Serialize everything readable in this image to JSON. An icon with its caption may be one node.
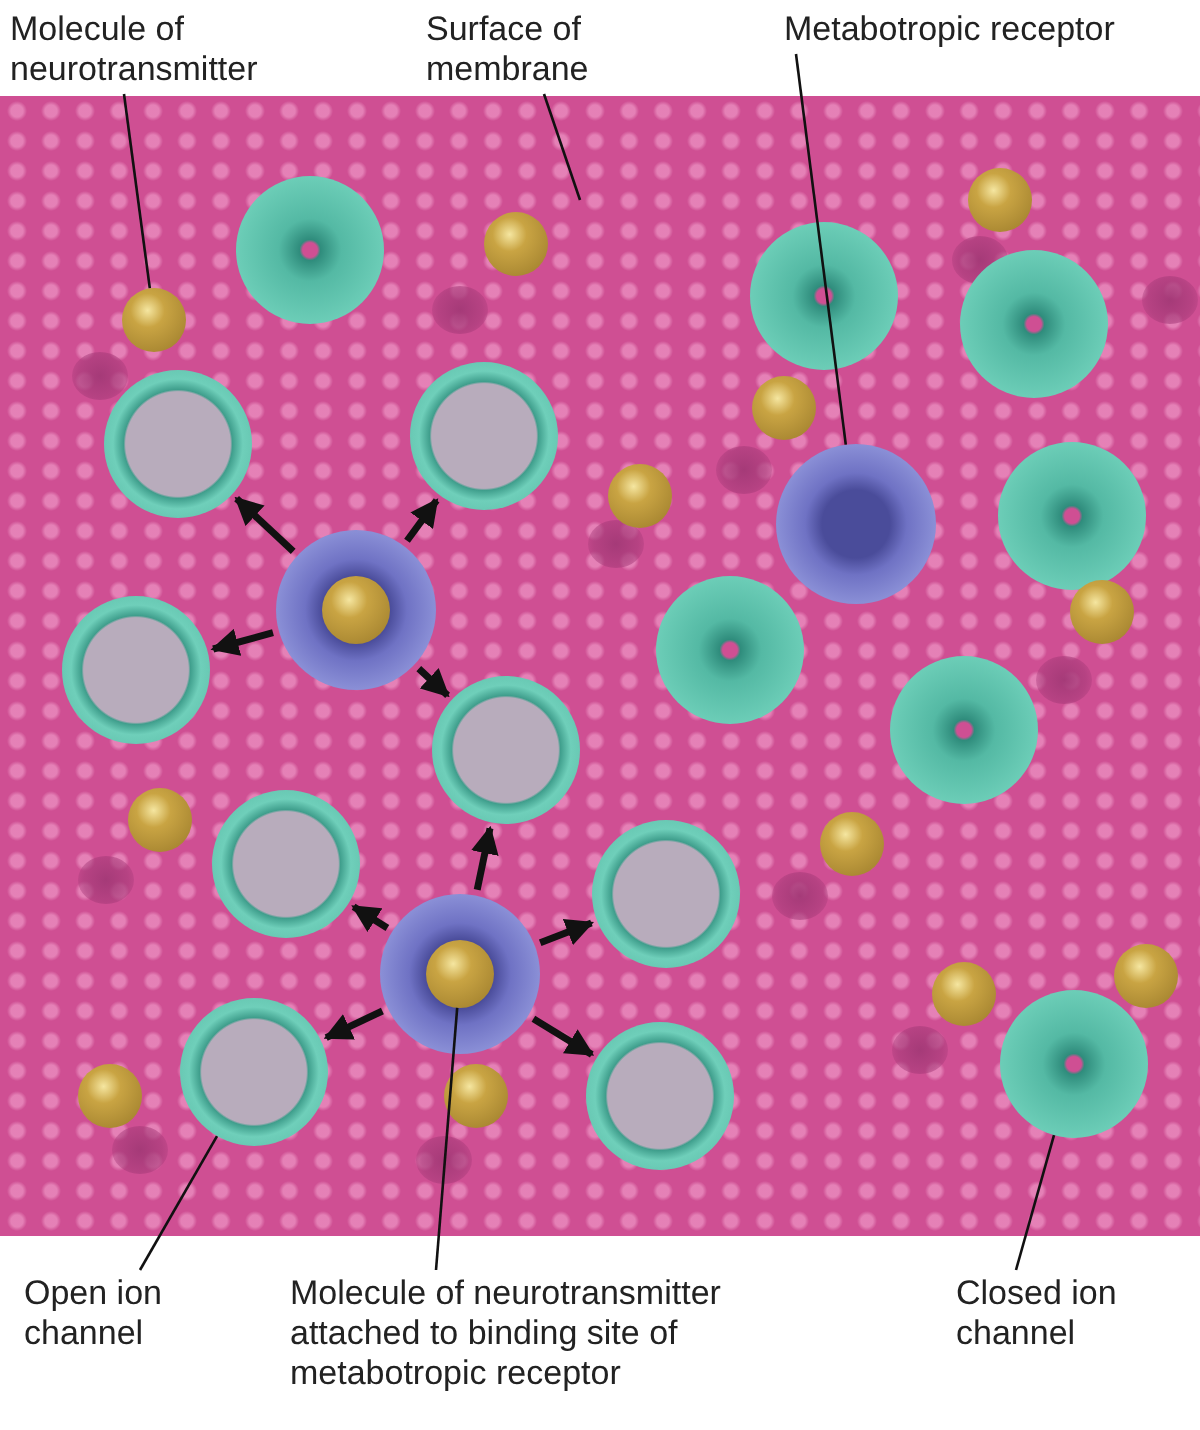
{
  "diagram": {
    "nodes": [
      {
        "text": [
          "Molecule of neurotransmitter"
        ]
      },
      {
        "text": [
          "Surface of membrane"
        ]
      },
      {
        "text": [
          "Metabotropic receptor"
        ]
      },
      {
        "text": [
          "Open ion channel"
        ]
      },
      {
        "text": [
          "Molecule of neurotransmitter attached to binding site of metabotropic receptor"
        ]
      },
      {
        "text": [
          "Closed ion channel"
        ]
      },
      {
        "text": [],
        "shape": "circle"
      },
      {
        "text": [],
        "shape": "circle"
      },
      {
        "text": [],
        "shape": "circle"
      },
      {
        "text": [],
        "shape": "circle"
      },
      {
        "text": [],
        "shape": "circle",
        "in": 9
      },
      {
        "text": [],
        "shape": "circle"
      },
      {
        "text": [],
        "shape": "circle"
      },
      {
        "text": [],
        "shape": "circle"
      },
      {
        "text": [],
        "shape": "circle"
      },
      {
        "text": [],
        "shape": "circle"
      },
      {
        "text": [],
        "shape": "circle"
      },
      {
        "text": [],
        "shape": "circle"
      },
      {
        "text": [],
        "shape": "circle"
      },
      {
        "text": [],
        "shape": "circle"
      },
      {
        "text": [],
        "shape": "circle"
      },
      {
        "text": [],
        "shape": "circle"
      },
      {
        "text": [],
        "shape": "circle"
      },
      {
        "text": [],
        "shape": "circle"
      },
      {
        "text": [],
        "shape": "circle"
      },
      {
        "text": [],
        "shape": "circle"
      },
      {
        "text": [],
        "shape": "circle"
      },
      {
        "text": [],
        "shape": "circle"
      },
      {
        "text": [],
        "shape": "circle"
      },
      {
        "text": [],
        "shape": "circle"
      },
      {
        "text": [],
        "shape": "circle"
      },
      {
        "text": [],
        "shape": "circle"
      },
      {
        "text": [],
        "shape": "circle"
      },
      {
        "text": [],
        "shape": "circle"
      },
      {
        "text": [],
        "shape": "circle"
      },
      {
        "text": [],
        "shape": "circle"
      },
      {
        "text": [],
        "shape": "circle"
      },
      {
        "text": [],
        "shape": "circle",
        "in": 7
      }
    ],
    "edges": [
      {
        "from": 0,
        "to": 6,
        "arrow": "none"
      },
      {
        "from": 1,
        "to": null,
        "arrow": "none"
      },
      {
        "from": 2,
        "to": 8,
        "arrow": "none"
      },
      {
        "from": 3,
        "to": 17,
        "arrow": "none"
      },
      {
        "from": 4,
        "to": 10,
        "arrow": "none"
      },
      {
        "from": 5,
        "to": 19,
        "arrow": "none"
      },
      {
        "from": 7,
        "to": 11,
        "arrow": "to"
      },
      {
        "from": 7,
        "to": 12,
        "arrow": "to"
      },
      {
        "from": 7,
        "to": 13,
        "arrow": "to"
      },
      {
        "from": 7,
        "to": 14,
        "arrow": "to"
      },
      {
        "from": 9,
        "to": 15,
        "arrow": "to"
      },
      {
        "from": 9,
        "to": 14,
        "arrow": "to"
      },
      {
        "from": 9,
        "to": 16,
        "arrow": "to"
      },
      {
        "from": 9,
        "to": 17,
        "arrow": "to"
      },
      {
        "from": 9,
        "to": 18,
        "arrow": "to"
      }
    ]
  }
}
